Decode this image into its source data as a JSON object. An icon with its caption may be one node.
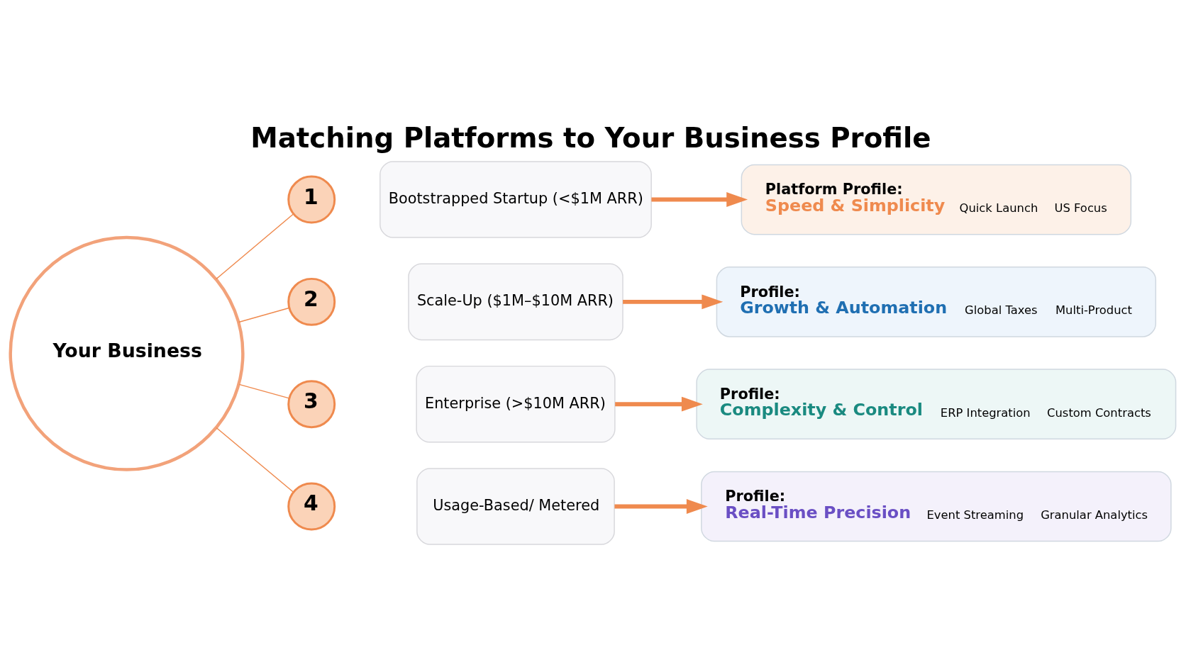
{
  "diagram": {
    "title": "Matching Platforms to Your Business Profile",
    "nodes": [
      {
        "text": [
          "Your Business"
        ]
      },
      {
        "text": [
          "1"
        ]
      },
      {
        "text": [
          "Bootstrapped Startup (<$1M ARR)"
        ]
      },
      {
        "text": [
          "Platform Profile:",
          "Speed & Simplicity",
          "Quick Launch",
          "US Focus"
        ]
      },
      {
        "text": [
          "2"
        ]
      },
      {
        "text": [
          "Scale-Up ($1M–$10M ARR)"
        ]
      },
      {
        "text": [
          "Profile:",
          "Growth & Automation",
          "Global Taxes",
          "Multi-Product"
        ]
      },
      {
        "text": [
          "3"
        ]
      },
      {
        "text": [
          "Enterprise (>$10M ARR)"
        ]
      },
      {
        "text": [
          "Profile:",
          "Complexity & Control",
          "ERP Integration",
          "Custom Contracts"
        ]
      },
      {
        "text": [
          "4"
        ]
      },
      {
        "text": [
          "Usage-Based/ Metered"
        ]
      },
      {
        "text": [
          "Profile:",
          "Real-Time Precision",
          "Event Streaming",
          "Granular Analytics"
        ]
      }
    ],
    "edges": [
      {
        "from": 0,
        "to": 1,
        "arrow": "none"
      },
      {
        "from": 0,
        "to": 4,
        "arrow": "none"
      },
      {
        "from": 0,
        "to": 7,
        "arrow": "none"
      },
      {
        "from": 0,
        "to": 10,
        "arrow": "none"
      },
      {
        "from": 2,
        "to": 3,
        "arrow": "to",
        "style": "thick"
      },
      {
        "from": 5,
        "to": 6,
        "arrow": "to",
        "style": "thick"
      },
      {
        "from": 8,
        "to": 9,
        "arrow": "to",
        "style": "thick"
      },
      {
        "from": 11,
        "to": 12,
        "arrow": "to",
        "style": "thick"
      }
    ]
  }
}
